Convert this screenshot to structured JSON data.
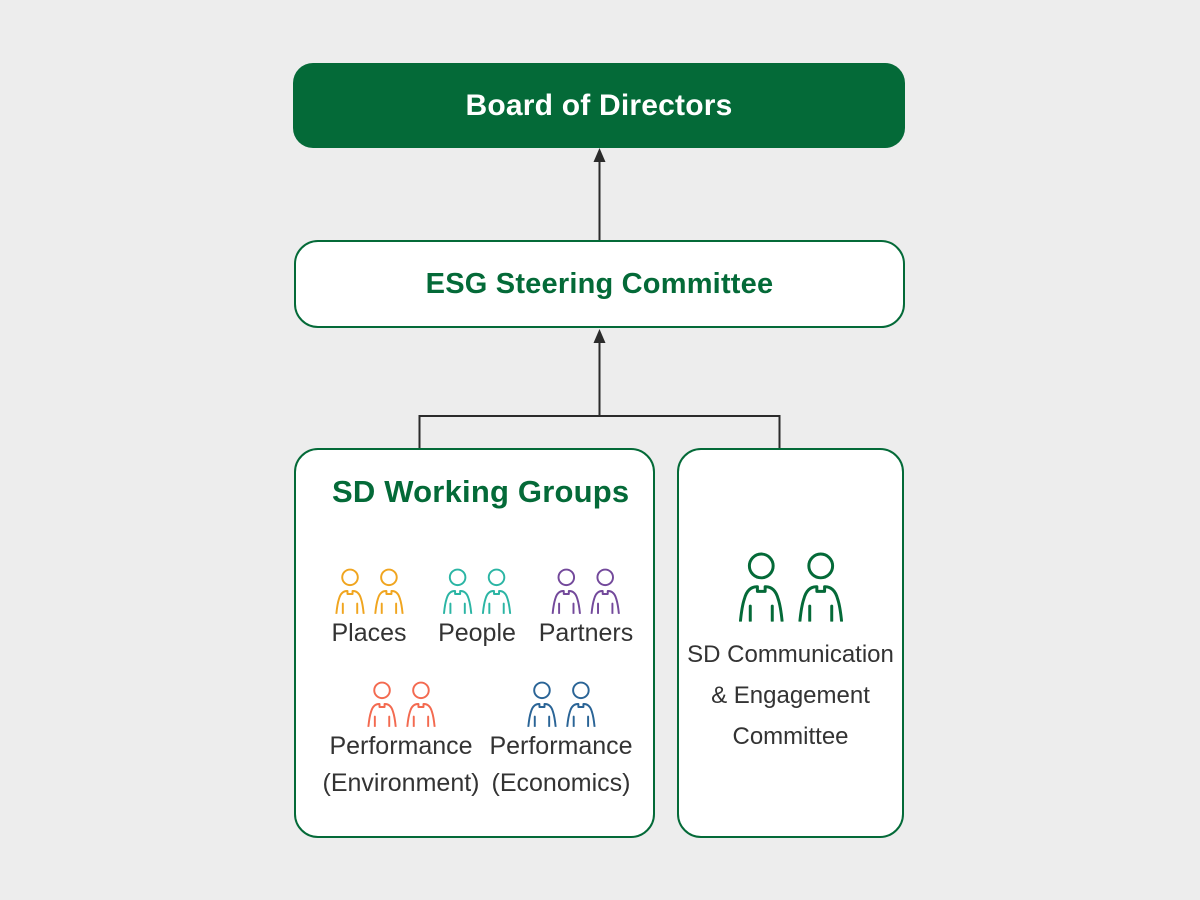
{
  "colors": {
    "background": "#EDEDED",
    "brand_green": "#046A38",
    "connector": "#2B2B2B",
    "label_text": "#333333",
    "board_text": "#FFFFFF"
  },
  "org_chart": {
    "board": {
      "title": "Board of Directors"
    },
    "esg": {
      "title": "ESG Steering Committee"
    },
    "working_groups": {
      "title": "SD Working Groups",
      "row1": [
        {
          "label": "Places",
          "icon": "people-pair-icon",
          "color": "#F0A51F"
        },
        {
          "label": "People",
          "icon": "people-pair-icon",
          "color": "#2BB5A4"
        },
        {
          "label": "Partners",
          "icon": "people-pair-icon",
          "color": "#73499B"
        }
      ],
      "row2": [
        {
          "label": "Performance",
          "sublabel": "(Environment)",
          "icon": "people-pair-icon",
          "color": "#F36A50"
        },
        {
          "label": "Performance",
          "sublabel": "(Economics)",
          "icon": "people-pair-icon",
          "color": "#2A6496"
        }
      ]
    },
    "communication": {
      "icon": "people-pair-icon",
      "icon_color": "#046A38",
      "lines": [
        "SD Communication",
        "& Engagement",
        "Committee"
      ]
    }
  }
}
